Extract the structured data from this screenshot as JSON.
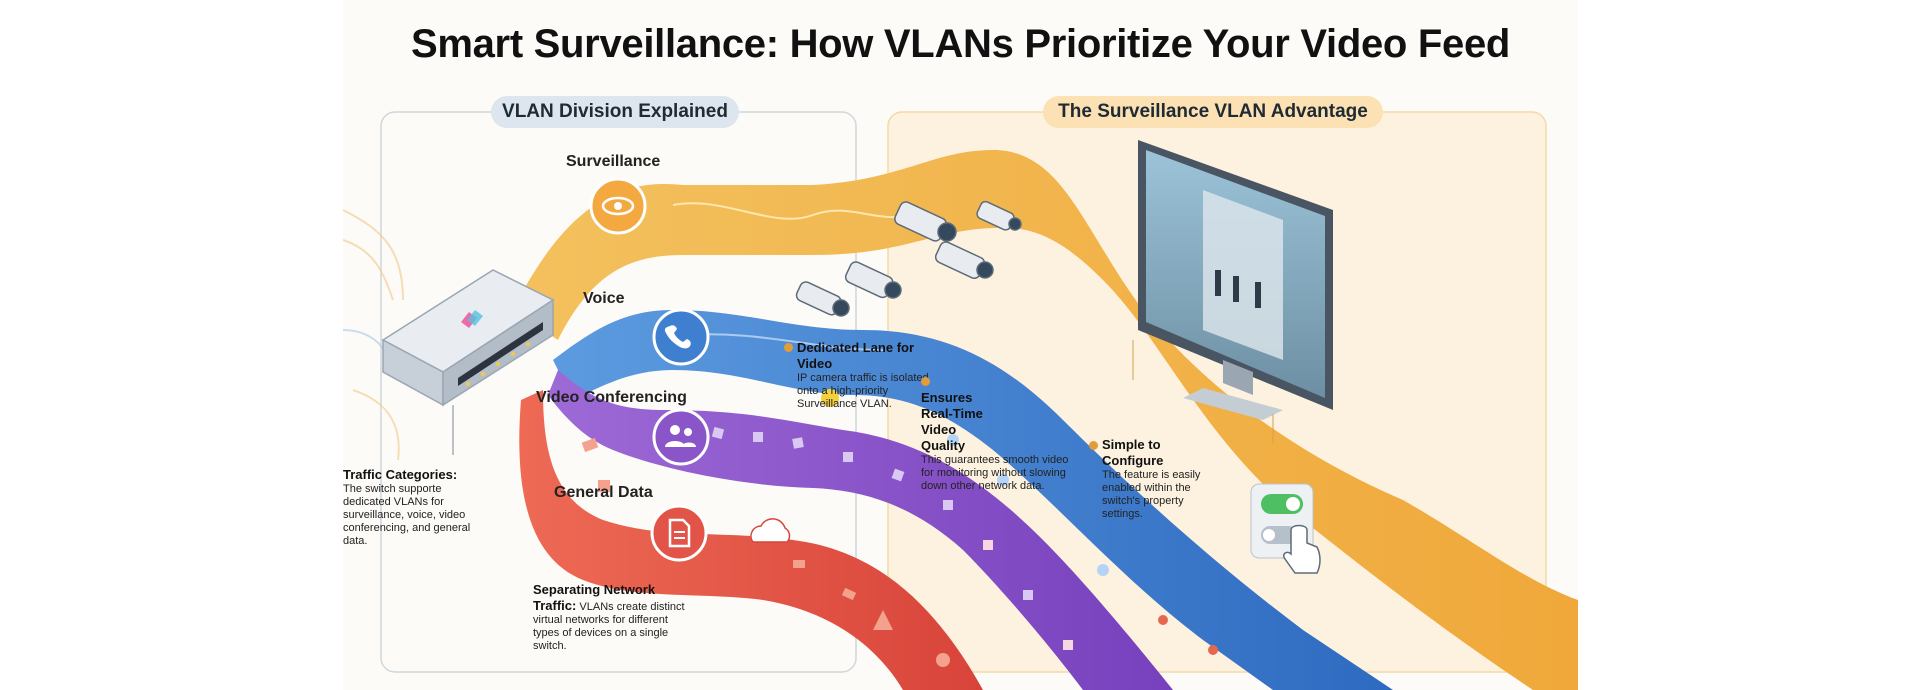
{
  "title": "Smart Surveillance: How VLANs Prioritize Your Video Feed",
  "sections": {
    "left_title": "VLAN Division Explained",
    "right_title": "The Surveillance VLAN Advantage"
  },
  "vlans": {
    "surveillance": "Surveillance",
    "voice": "Voice",
    "video_conferencing": "Video Conferencing",
    "general_data": "General Data"
  },
  "notes": {
    "traffic_categories": {
      "heading": "Traffic Categories:",
      "body": "The switch supporte dedicated VLANs for surveillance, voice, video conferencing, and general data."
    },
    "separating": {
      "heading": "Separating Network Traffic:",
      "body": "VLANs create distinct virtual networks for different types of devices on a single switch."
    },
    "dedicated_lane": {
      "heading": "Dedicated Lane for Video",
      "body": "IP camera traffic is isolated onto a high-priority Surveillance VLAN."
    },
    "realtime": {
      "heading": "Ensures Real-Time Video Quality",
      "body": "This guarantees smooth video for monitoring without slowing down other network data."
    },
    "configure": {
      "heading": "Simple to Configure",
      "body": "The feature is easily enabled within the switch's property settings."
    }
  },
  "icons": {
    "surveillance": "eye-icon",
    "voice": "phone-icon",
    "video_conferencing": "people-icon",
    "general_data": "document-icon",
    "cloud": "cloud-icon",
    "toggle": "toggle-switch-icon",
    "hand": "pointing-hand-icon"
  },
  "colors": {
    "surveillance": "#f0b34a",
    "voice": "#3f7fd0",
    "video_conferencing": "#8a55c9",
    "general_data": "#e25447",
    "accent_yellow": "#f4d03f"
  }
}
